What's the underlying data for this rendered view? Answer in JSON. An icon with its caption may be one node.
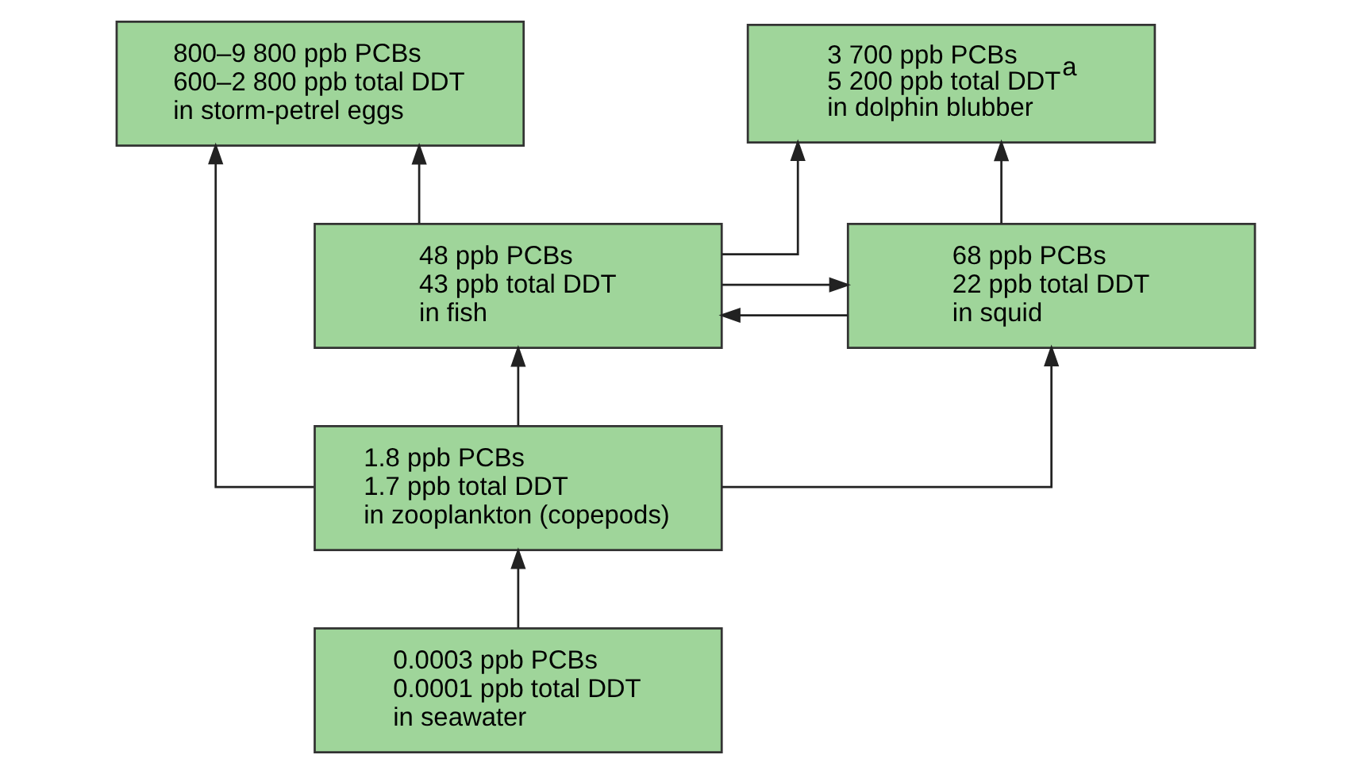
{
  "diagram": {
    "nodes": [
      {
        "text": [
          "3 700 ppb PCBs",
          "5 200 ppb total DDT$^{a}$",
          "in dolphin blubber"
        ]
      },
      {
        "text": [
          "800–9 800 ppb PCBs",
          "600–2 800 ppb total DDT",
          "in storm-petrel eggs"
        ]
      },
      {
        "text": [
          "68 ppb PCBs",
          "22 ppb total DDT",
          "in squid"
        ]
      },
      {
        "text": [
          "48 ppb PCBs",
          "43 ppb total DDT",
          "in fish"
        ]
      },
      {
        "text": [
          "1.8 ppb PCBs",
          "1.7 ppb total DDT",
          "in zooplankton (copepods)"
        ]
      },
      {
        "text": [
          "0.0003 ppb PCBs",
          "0.0001 ppb total DDT",
          "in seawater"
        ]
      }
    ],
    "edges": [
      {
        "from": 5,
        "to": 4,
        "arrow": "to"
      },
      {
        "from": 4,
        "to": 2,
        "arrow": "to"
      },
      {
        "from": 4,
        "to": 3,
        "arrow": "to"
      },
      {
        "from": 4,
        "to": 1,
        "arrow": "to"
      },
      {
        "from": 2,
        "to": 0,
        "arrow": "to"
      },
      {
        "from": 3,
        "to": 1,
        "arrow": "to"
      },
      {
        "from": 3,
        "to": 0,
        "arrow": "to"
      },
      {
        "from": 3,
        "to": 2,
        "arrow": "to"
      },
      {
        "from": 2,
        "to": 3,
        "arrow": "to"
      }
    ]
  }
}
